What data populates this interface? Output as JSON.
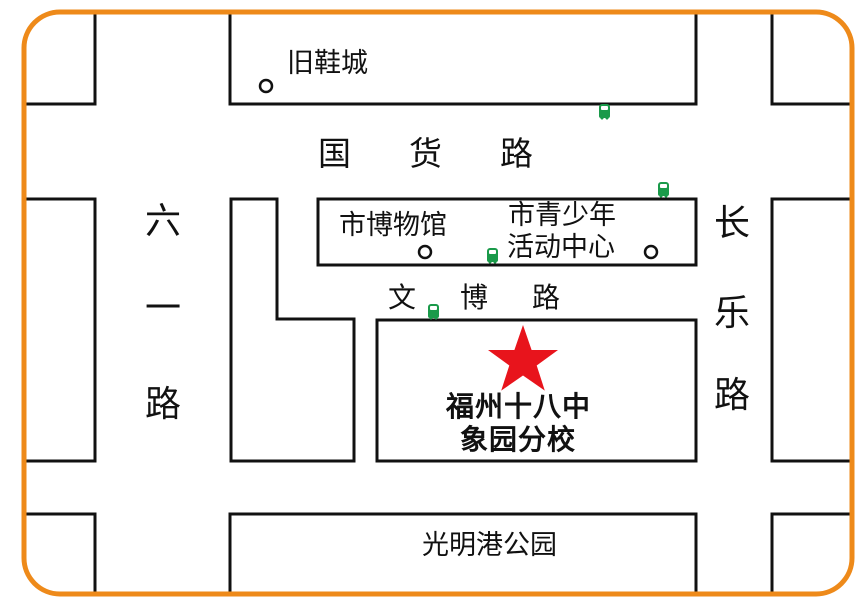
{
  "colors": {
    "border": "#ee8a1a",
    "block_stroke": "#111111",
    "star": "#e8141c",
    "bus": "#1a9a4a"
  },
  "landmarks": {
    "old_shoe_city": "旧鞋城",
    "museum": "市博物馆",
    "youth_center_line1": "市青少年",
    "youth_center_line2": "活动中心",
    "school_line1": "福州十八中",
    "school_line2": "象园分校",
    "park": "光明港公园"
  },
  "roads": {
    "guohuo": "国货路",
    "wenbo": "文博路",
    "liuyi": [
      "六",
      "一",
      "路"
    ],
    "changle": [
      "长",
      "乐",
      "路"
    ]
  },
  "icons": {
    "target": "star-icon",
    "poi": "circle-marker-icon",
    "transit": "bus-stop-icon"
  }
}
